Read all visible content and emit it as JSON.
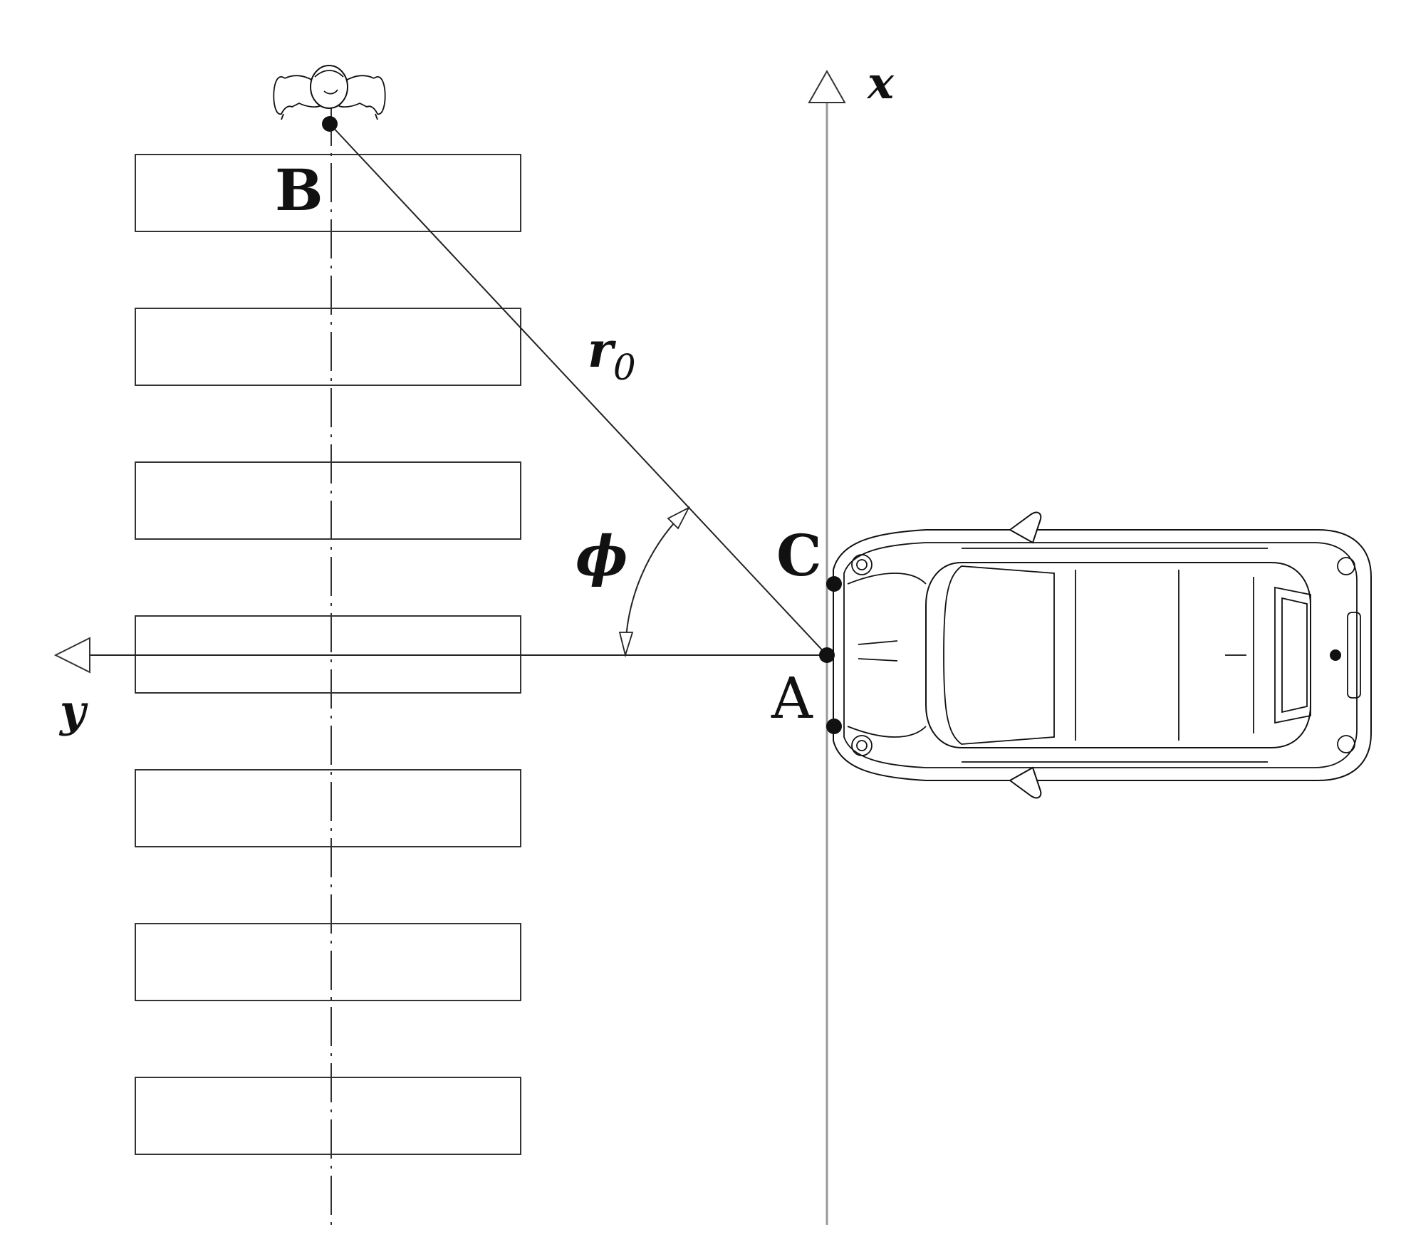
{
  "labels": {
    "x_axis": "x",
    "y_axis": "y",
    "point_b": "B",
    "point_c": "C",
    "point_a": "A",
    "distance": "r",
    "distance_sub": "0",
    "angle": "ϕ"
  },
  "crosswalk": {
    "stripe_count": 7
  },
  "icons": {
    "pedestrian": "pedestrian-top-view-icon",
    "car": "car-top-view-icon"
  },
  "colors": {
    "line": "#222222",
    "axis": "#9a9a9a",
    "background": "#ffffff"
  }
}
